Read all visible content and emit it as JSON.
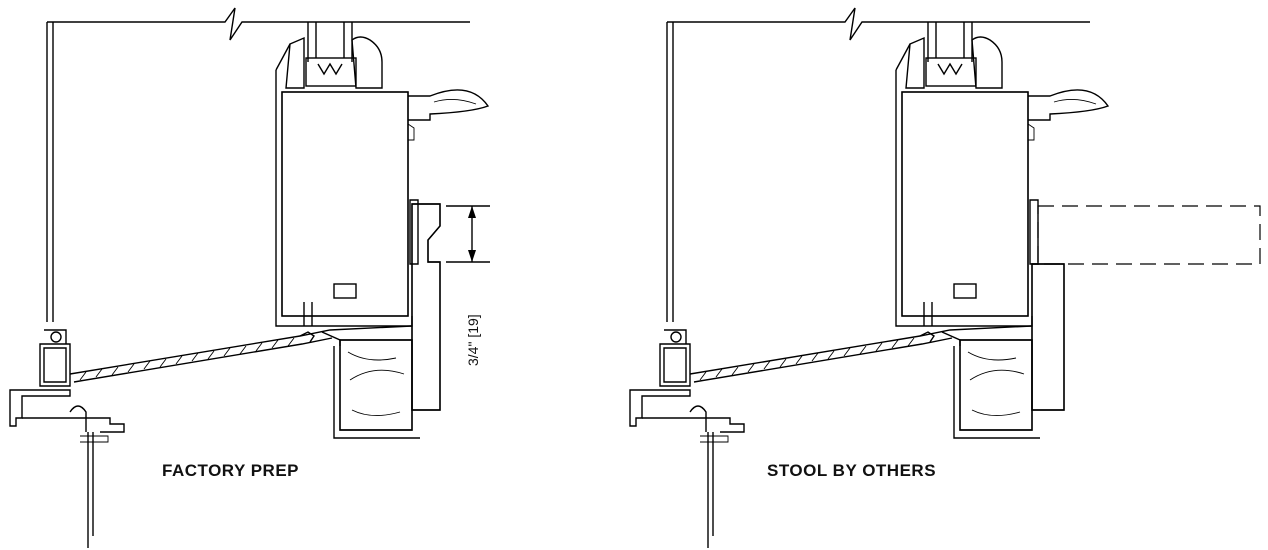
{
  "details": [
    {
      "caption": "FACTORY PREP",
      "dimension": "3/4\" [19]"
    },
    {
      "caption": "STOOL BY OTHERS",
      "dimension": ""
    }
  ],
  "colors": {
    "line": "#000000",
    "background": "#ffffff"
  }
}
